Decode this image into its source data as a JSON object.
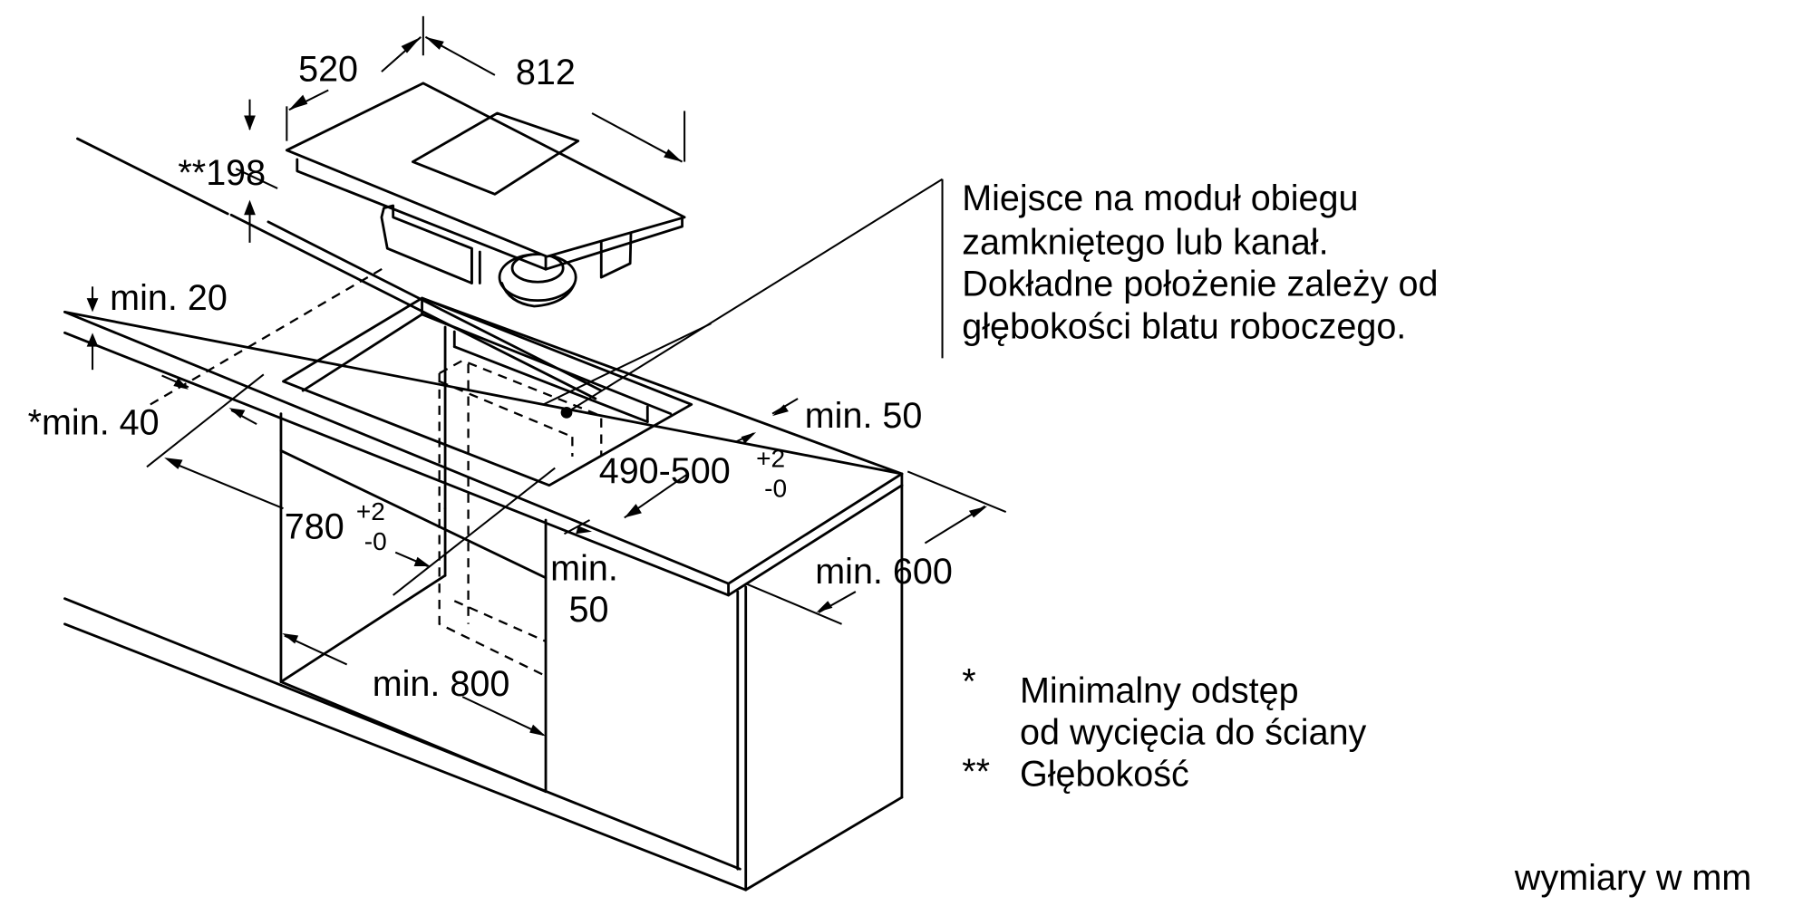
{
  "diagram": {
    "hob": {
      "width_label": "812",
      "depth_label": "520",
      "height_label": "**198"
    },
    "worktop": {
      "min_thickness_label": "min. 20",
      "min_wall_gap_label": "*min. 40",
      "cutout_width_main": "780",
      "cutout_width_tol_plus": "+2",
      "cutout_width_tol_minus": "-0",
      "cutout_depth_main": "490-500",
      "cutout_depth_tol_plus": "+2",
      "cutout_depth_tol_minus": "-0",
      "min_front_gap_label": "min. 50",
      "min_front_edge_line1": "min.",
      "min_front_edge_line2": "50",
      "min_depth_label": "min. 600",
      "min_cabinet_width_label": "min. 800"
    },
    "callout": {
      "lines": [
        "Miejsce na moduł obiegu",
        "zamkniętego lub kanał.",
        "Dokładne położenie zależy od",
        "głębokości blatu roboczego."
      ]
    },
    "footnotes": [
      {
        "marker": "*",
        "lines": [
          "Minimalny odstęp",
          "od wycięcia do ściany"
        ]
      },
      {
        "marker": "**",
        "lines": [
          "Głębokość"
        ]
      }
    ],
    "units_note": "wymiary w mm"
  }
}
